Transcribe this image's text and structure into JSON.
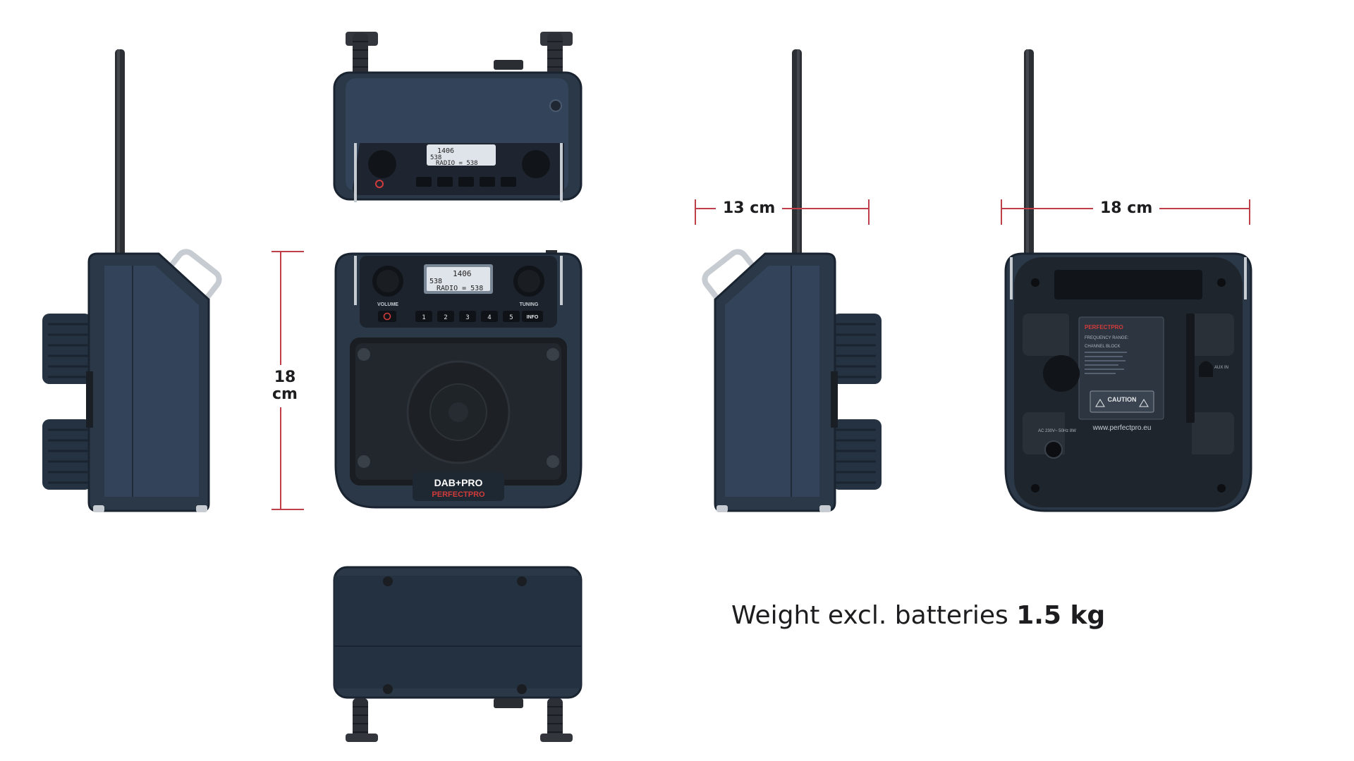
{
  "colors": {
    "body": "#2a3848",
    "body_light": "#3a4a5c",
    "edge": "#1a2430",
    "chrome": "#c7ccd2",
    "dimension_line": "#c0404a",
    "text": "#1d1d1f",
    "lcd": "#dfe4ea",
    "brand_red": "#d23b3b"
  },
  "display": {
    "line1": "1406",
    "line2": "538",
    "line3": "RADIO = 538"
  },
  "front": {
    "volume_label": "VOLUME",
    "tuning_label": "TUNING",
    "preset_buttons": [
      "1",
      "2",
      "3",
      "4",
      "5"
    ],
    "info_label": "INFO",
    "brand_line1": "DAB+PRO",
    "brand_line2": "PERFECTPRO"
  },
  "rear": {
    "brand": "PERFECTPRO",
    "caution": "CAUTION",
    "website": "www.perfectpro.eu",
    "ac_label": "AC 230V~ 50Hz 8W",
    "aux_label": "AUX IN",
    "fine_print": [
      "FREQUENCY RANGE:",
      "CHANNEL BLOCK"
    ]
  },
  "dimensions": {
    "height": {
      "value": "18",
      "unit": "cm"
    },
    "depth": "13 cm",
    "width": "18 cm"
  },
  "weight": {
    "prefix": "Weight excl. batteries",
    "value": "1.5 kg"
  }
}
